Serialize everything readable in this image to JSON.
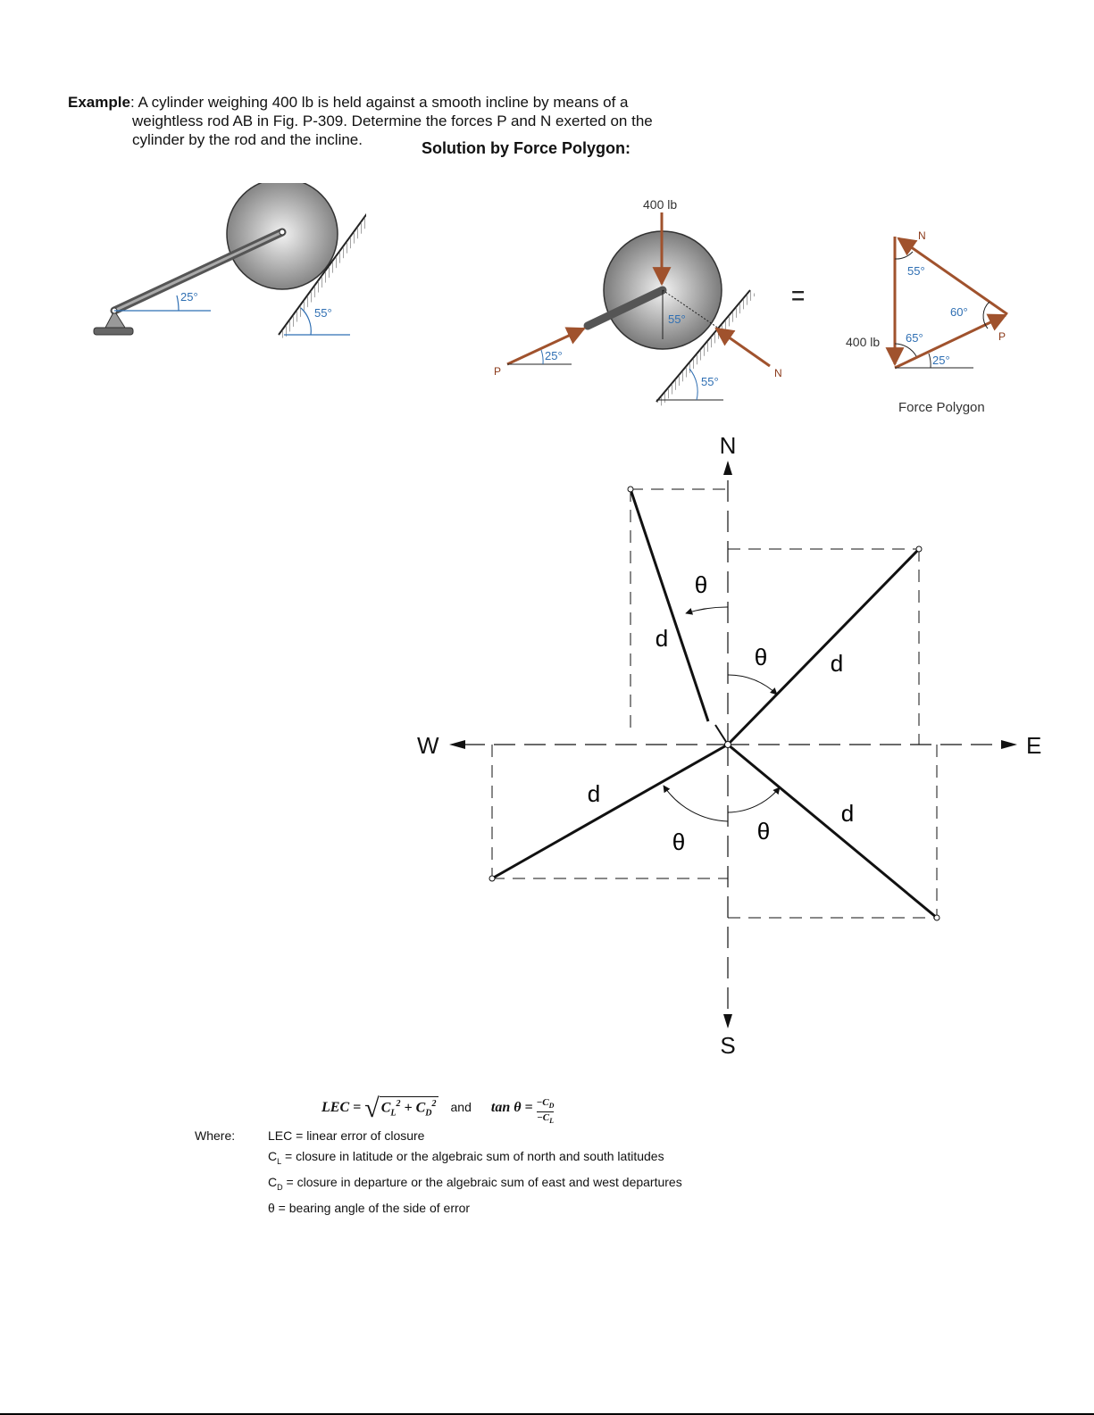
{
  "problem": {
    "label": "Example",
    "text_line1": "A cylinder weighing 400 lb is held against a smooth incline by means of a",
    "text_line2": "weightless rod AB in Fig. P-309. Determine the forces P and N exerted on the",
    "text_line3": "cylinder by the rod and the incline."
  },
  "solution_heading": "Solution by Force Polygon:",
  "fig1": {
    "angle_rod": "25°",
    "angle_incline": "55°"
  },
  "fbd": {
    "weight": "400 lb",
    "angle_55_center": "55°",
    "angle_25": "25°",
    "angle_55_incline": "55°",
    "label_P": "P",
    "label_N": "N",
    "equals": "="
  },
  "polygon": {
    "label_N": "N",
    "angle_55": "55°",
    "angle_60": "60°",
    "label_P": "P",
    "weight": "400 lb",
    "angle_65": "65°",
    "angle_25": "25°",
    "caption": "Force Polygon"
  },
  "compass": {
    "north": "N",
    "south": "S",
    "east": "E",
    "west": "W",
    "theta": "θ",
    "d": "d"
  },
  "formula": {
    "lec_lhs": "LEC =",
    "and": "and",
    "tan_lhs": "tan θ =",
    "tan_num": "−C",
    "tan_den": "−C"
  },
  "where": {
    "label": "Where:",
    "lines": [
      "LEC = linear error of closure",
      "C = closure in latitude or the algebraic sum of north and south latitudes",
      "C = closure in departure or the algebraic sum of east and west departures",
      "θ = bearing angle of the side of error"
    ],
    "subs": [
      "L",
      "D"
    ]
  }
}
